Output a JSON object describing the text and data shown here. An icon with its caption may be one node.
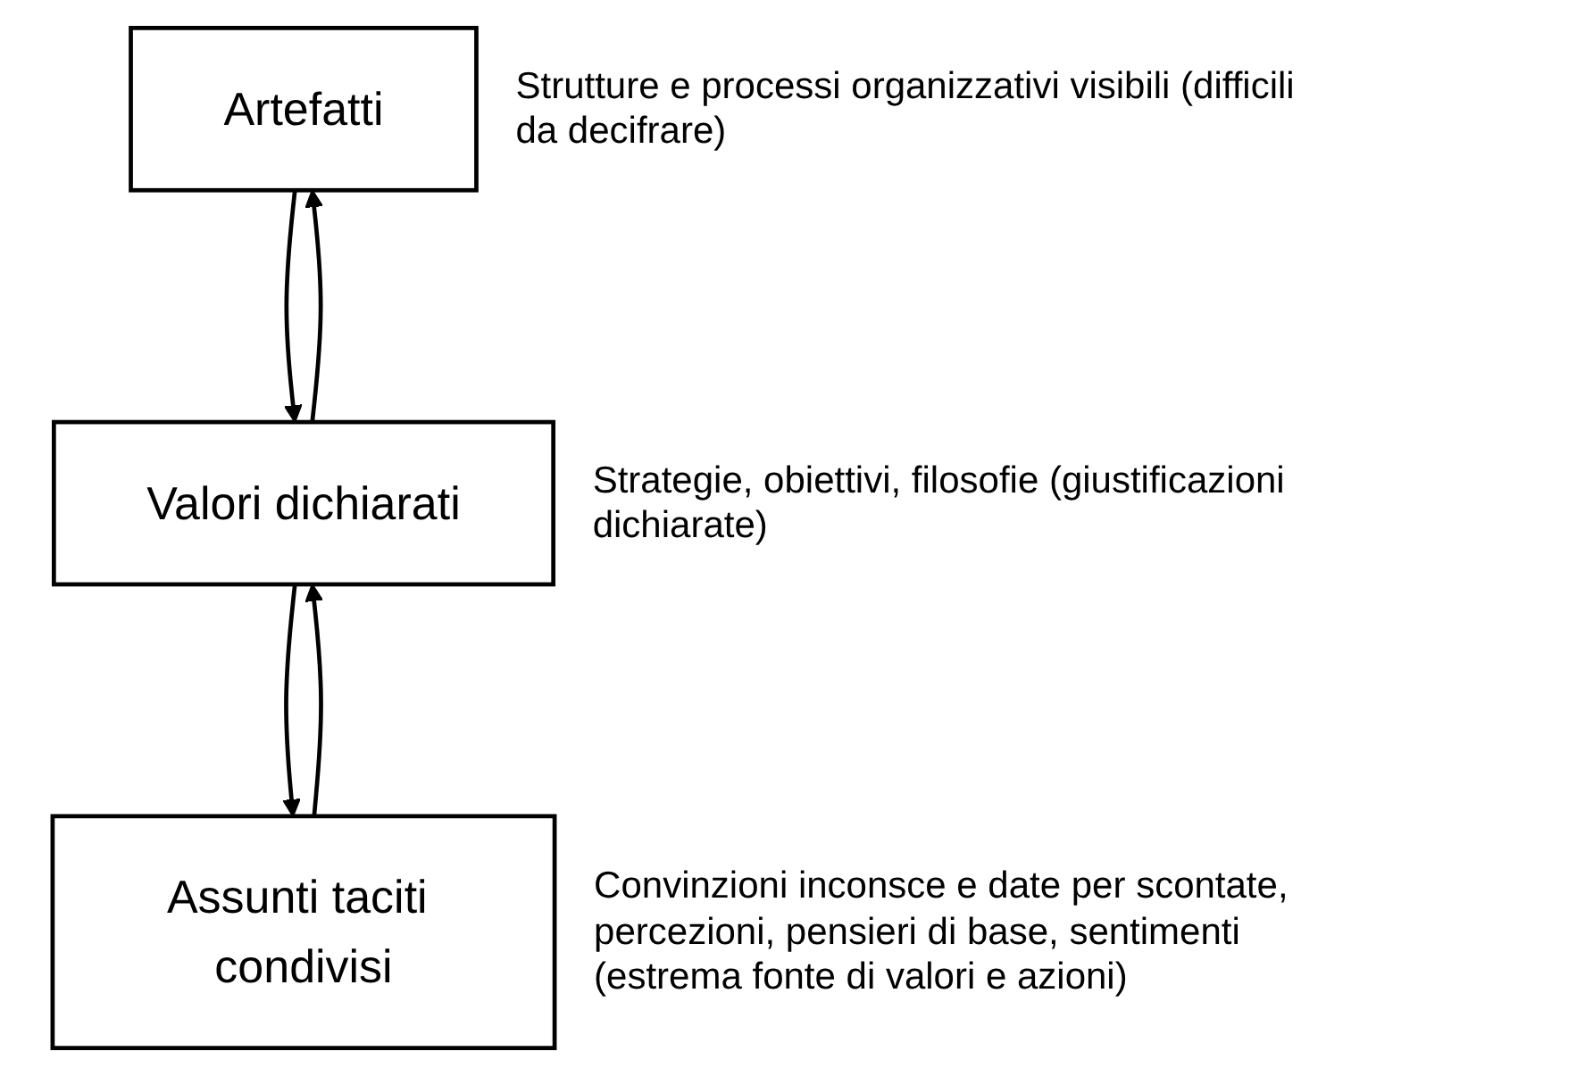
{
  "diagram": {
    "nodes": [
      {
        "text": [
          "Artefatti"
        ],
        "beside": [
          "Strutture e processi organizzativi visibili (difficili da decifrare)"
        ]
      },
      {
        "text": [
          "Valori dichiarati"
        ],
        "beside": [
          "Strategie, obiettivi, filosofie (giustificazioni dichiarate)"
        ]
      },
      {
        "text": [
          "Assunti taciti condivisi"
        ],
        "beside": [
          "Convinzioni inconsce e date per scontate, percezioni, pensieri di base, sentimenti (estrema fonte di valori e azioni)"
        ]
      }
    ],
    "edges": [
      {
        "from": 0,
        "to": 1,
        "arrow": "to"
      },
      {
        "from": 1,
        "to": 0,
        "arrow": "to"
      },
      {
        "from": 1,
        "to": 2,
        "arrow": "to"
      },
      {
        "from": 2,
        "to": 1,
        "arrow": "to"
      }
    ]
  }
}
